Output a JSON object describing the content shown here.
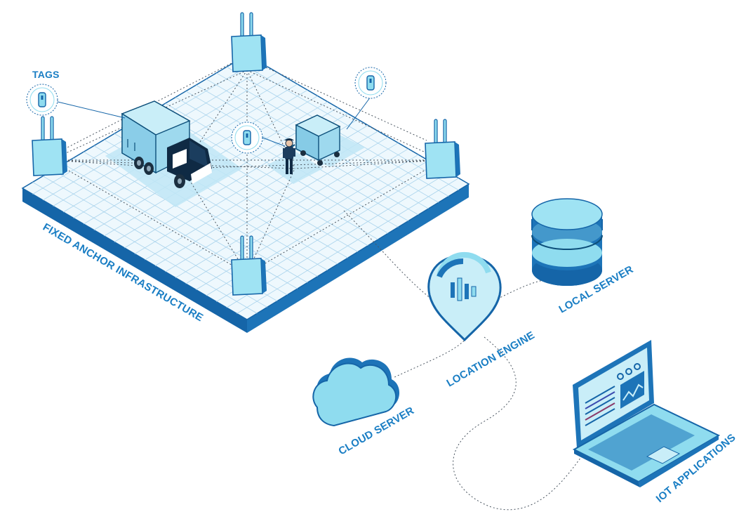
{
  "labels": {
    "tags": "TAGS",
    "fixed_anchor": "FIXED ANCHOR INFRASTRUCTURE",
    "local_server": "LOCAL SERVER",
    "location_engine": "LOCATION ENGINE",
    "cloud_server": "CLOUD SERVER",
    "iot_applications": "IOT APPLICATIONS"
  },
  "colors": {
    "accent": "#1a7ec4",
    "dark_blue": "#1565a8",
    "light_blue": "#8fdcef",
    "pale_blue": "#c9eef8",
    "outline": "#0d4f7a"
  },
  "icons": [
    "anchor-icon",
    "tag-icon",
    "truck-icon",
    "cart-icon",
    "worker-icon",
    "database-icon",
    "location-pin-icon",
    "cloud-icon",
    "laptop-icon"
  ]
}
